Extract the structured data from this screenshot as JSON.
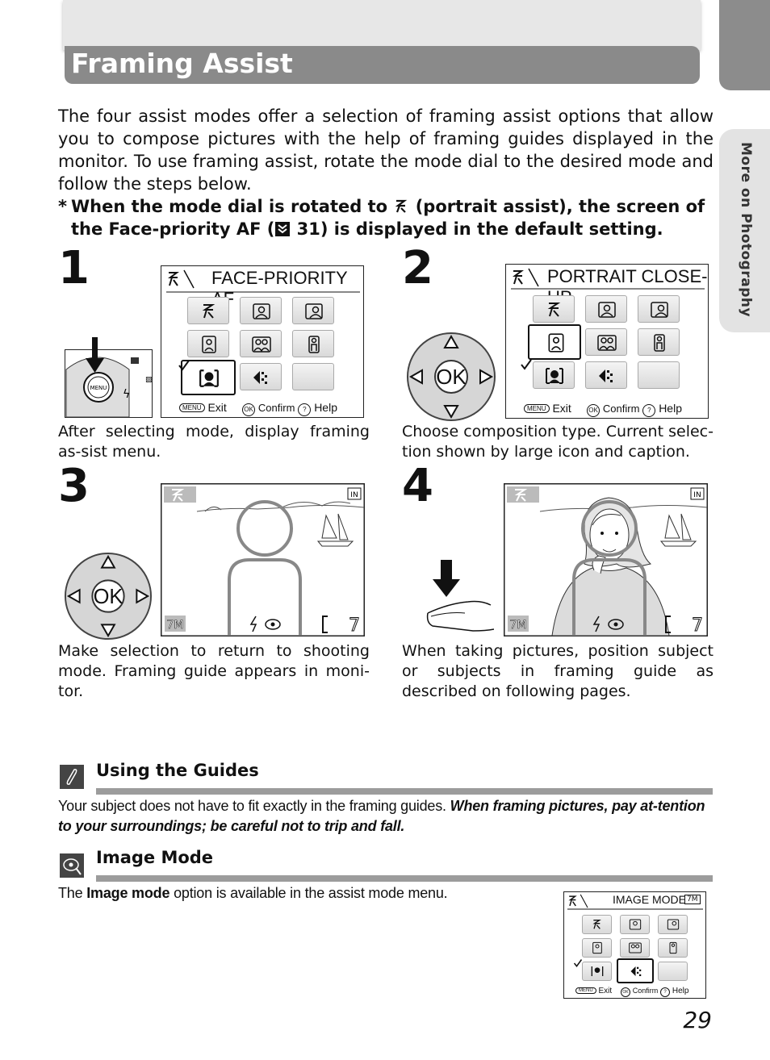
{
  "header": {
    "title": "Framing Assist"
  },
  "side_tab": {
    "label": "More on Photography"
  },
  "intro": {
    "paragraph": "The four assist modes offer a selection of framing assist options that allow you to compose pictures with the help of framing guides displayed in the monitor. To use framing assist, rotate the mode dial to the desired mode and follow the steps below.",
    "note_star": "*",
    "note_part1": "When the mode dial is rotated to",
    "note_part2": "(portrait assist), the screen of the Face-priority AF (",
    "note_part3": "31) is displayed in the default setting."
  },
  "steps": [
    {
      "number": "1",
      "screen_title": "FACE-PRIORITY AF",
      "caption": "After selecting mode, display framing as-sist menu."
    },
    {
      "number": "2",
      "screen_title": "PORTRAIT CLOSE-UP",
      "caption": "Choose composition type. Current selec-tion shown by large icon and caption."
    },
    {
      "number": "3",
      "caption": "Make selection to return to shooting mode. Framing guide appears in moni-tor."
    },
    {
      "number": "4",
      "caption": "When taking pictures, position subject or subjects in framing guide as described on following pages."
    }
  ],
  "screen_footer": {
    "exit": "Exit",
    "confirm": "Confirm",
    "help": "Help",
    "menu_badge": "MENU",
    "ok_badge": "OK",
    "help_badge": "?"
  },
  "dial": {
    "ok_label": "OK",
    "menu_label": "MENU"
  },
  "shoot_screen": {
    "in_badge": "IN",
    "size_badge": "7M",
    "frames": "7"
  },
  "guides": {
    "title": "Using the Guides",
    "text_plain": "Your subject does not have to fit exactly in the framing guides.",
    "text_emph": "When framing pictures, pay at-tention to your surroundings; be careful not to trip and fall."
  },
  "image_mode": {
    "title": "Image Mode",
    "text_pre": "The",
    "text_bold": "Image mode",
    "text_post": "option is available in the assist mode menu.",
    "screen_title": "IMAGE MODE",
    "screen_badge": "7M"
  },
  "page_number": "29"
}
